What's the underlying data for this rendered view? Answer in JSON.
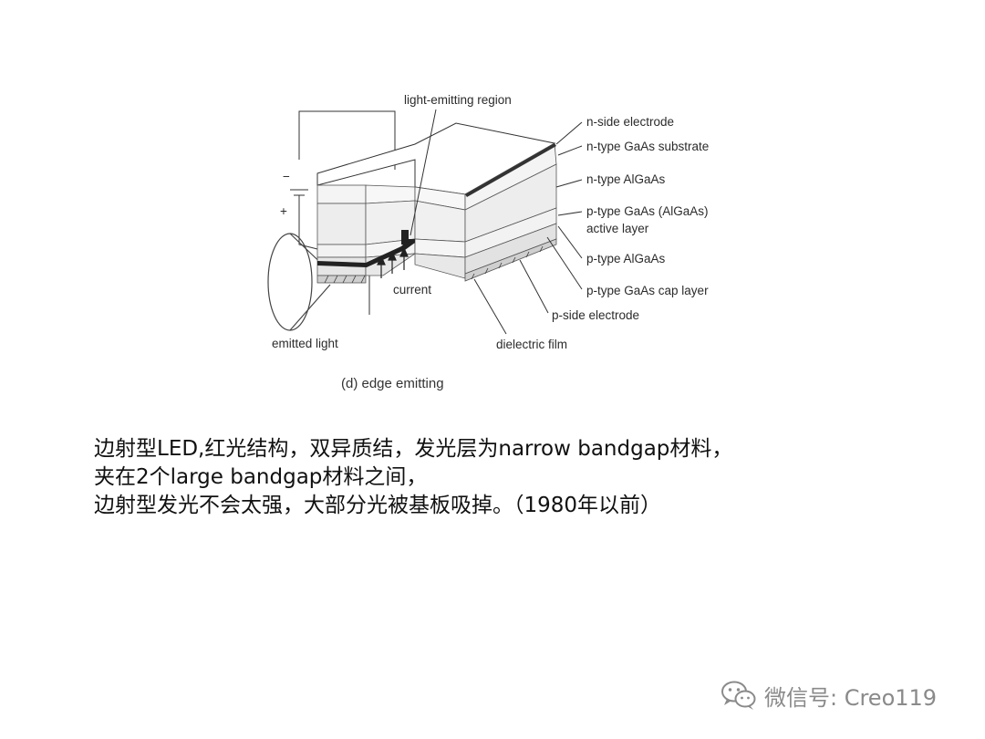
{
  "diagram": {
    "labels": {
      "light_emitting_region": "light-emitting region",
      "n_side_electrode": "n-side electrode",
      "n_type_gaas_substrate": "n-type GaAs substrate",
      "n_type_algaas": "n-type AlGaAs",
      "p_type_active_line1": "p-type GaAs (AlGaAs)",
      "p_type_active_line2": "active layer",
      "p_type_algaas": "p-type AlGaAs",
      "p_type_cap_layer": "p-type GaAs cap layer",
      "p_side_electrode": "p-side electrode",
      "dielectric_film": "dielectric film",
      "current": "current",
      "emitted_light": "emitted light",
      "minus": "−",
      "plus": "+"
    },
    "caption": "(d) edge emitting"
  },
  "body": {
    "line1": "边射型LED,红光结构，双异质结，发光层为narrow bandgap材料，",
    "line2": "夹在2个large bandgap材料之间，",
    "line3": "边射型发光不会太强，大部分光被基板吸掉。（1980年以前）"
  },
  "watermark": {
    "text": "微信号: Creo119",
    "icon": "wechat-icon"
  }
}
